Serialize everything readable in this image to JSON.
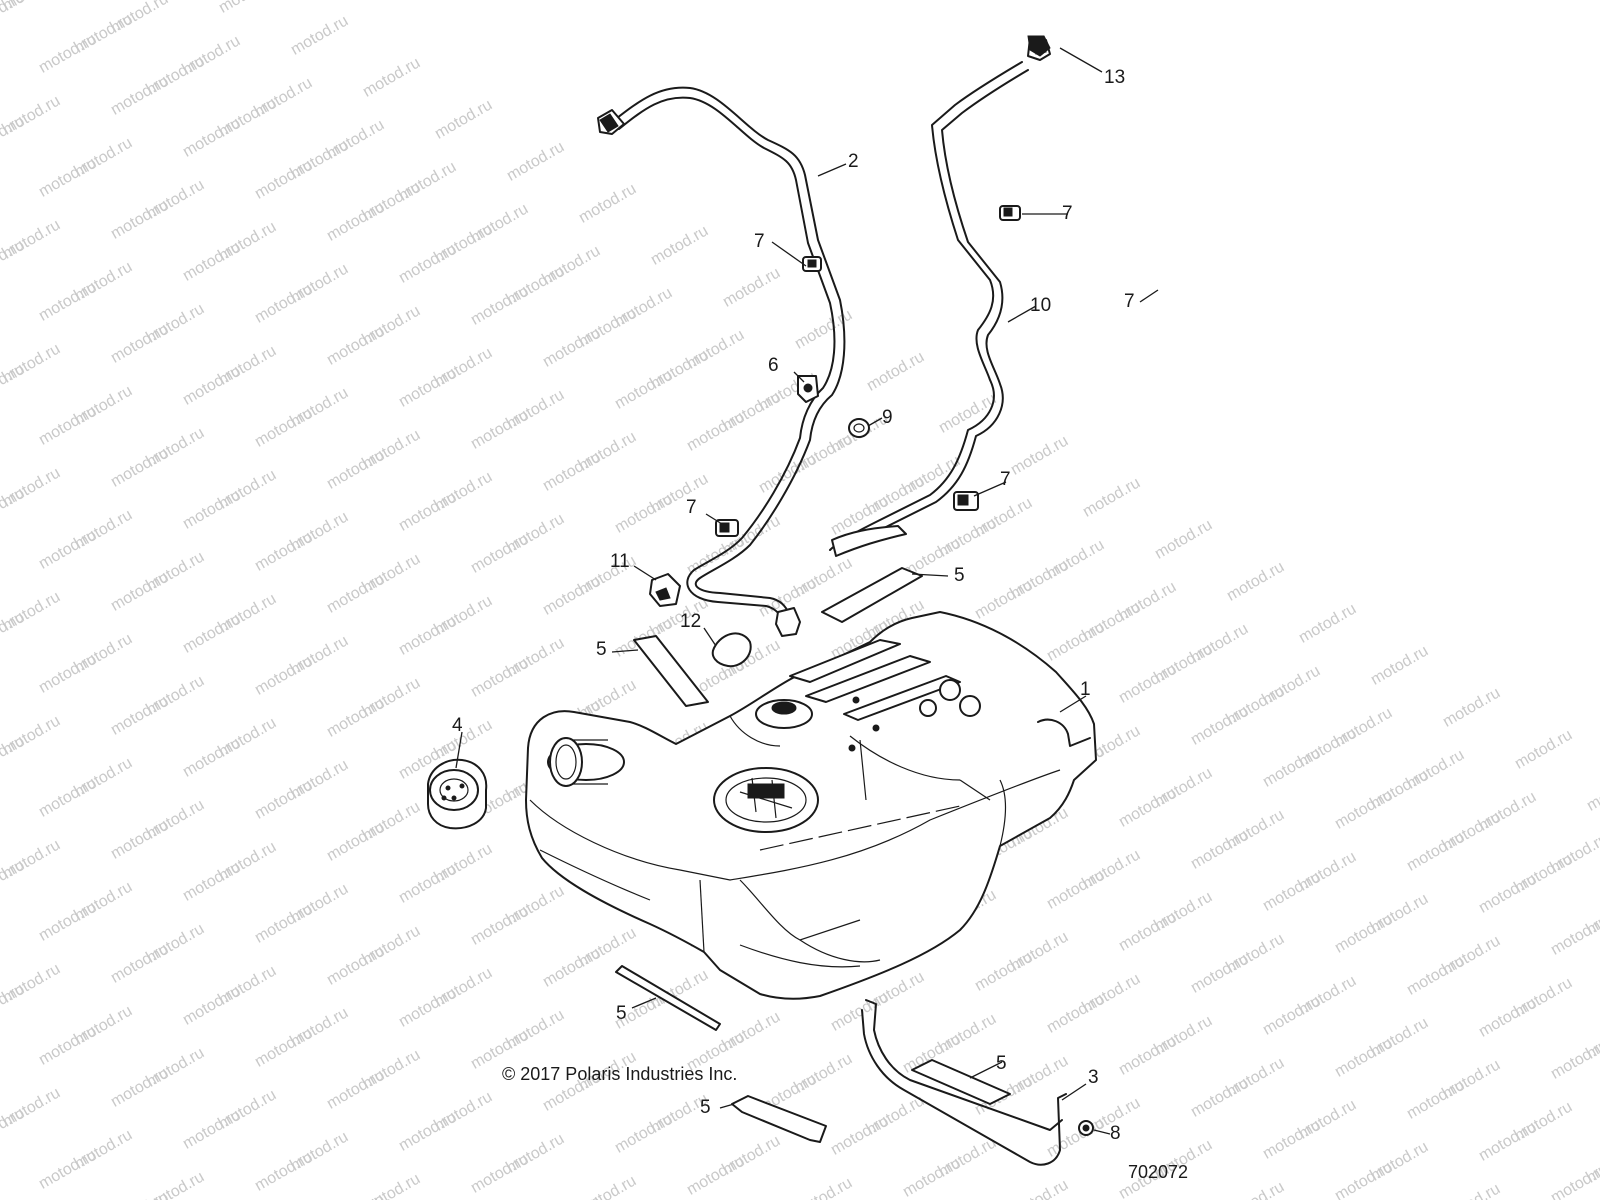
{
  "watermark_text": "motod.ru",
  "copyright": "© 2017 Polaris Industries Inc.",
  "drawing_number": "702072",
  "callouts": {
    "c13": "13",
    "c2": "2",
    "c7a": "7",
    "c7b": "7",
    "c7c": "7",
    "c7d": "7",
    "c7e": "7",
    "c10": "10",
    "c6": "6",
    "c9": "9",
    "c11": "11",
    "c12": "12",
    "c5a": "5",
    "c5b": "5",
    "c5c": "5",
    "c5d": "5",
    "c5e": "5",
    "c1": "1",
    "c4": "4",
    "c3": "3",
    "c8": "8"
  },
  "colors": {
    "line": "#1a1a1a",
    "watermark": "#c9c9c9",
    "background": "#ffffff"
  }
}
